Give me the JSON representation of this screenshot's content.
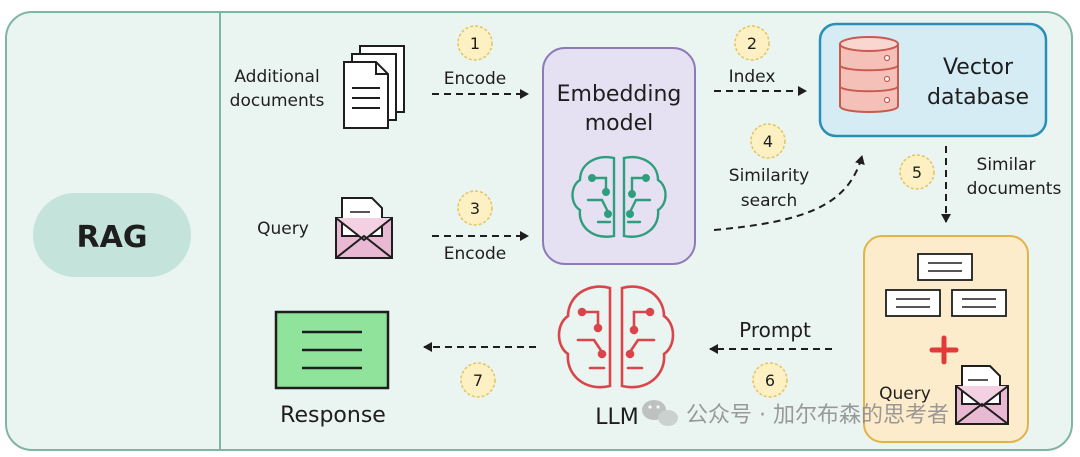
{
  "rag_label": "RAG",
  "inputs": {
    "documents_label_line1": "Additional",
    "documents_label_line2": "documents",
    "query_label": "Query"
  },
  "steps": {
    "encode_docs": {
      "number": "1",
      "label": "Encode"
    },
    "index": {
      "number": "2",
      "label": "Index"
    },
    "encode_query": {
      "number": "3",
      "label": "Encode"
    },
    "similarity": {
      "number": "4",
      "label_line1": "Similarity",
      "label_line2": "search"
    },
    "similar_docs": {
      "number": "5",
      "label_line1": "Similar",
      "label_line2": "documents"
    },
    "prompt": {
      "number": "6",
      "label": "Prompt"
    },
    "response_step": {
      "number": "7"
    }
  },
  "embedding_model": {
    "line1": "Embedding",
    "line2": "model"
  },
  "vector_db": {
    "line1": "Vector",
    "line2": "database"
  },
  "context": {
    "query_label": "Query"
  },
  "llm_label": "LLM",
  "response_label": "Response",
  "watermark": "公众号 · 加尔布森的思考者",
  "colors": {
    "frame_bg": "#eaf5f1",
    "frame_border": "#7fb5a5",
    "rag_pill": "#c4e3da",
    "embed_fill": "#e6e1f2",
    "embed_stroke": "#8c7bb8",
    "brain_green": "#2f9e7f",
    "db_fill": "#d5ecf5",
    "db_stroke": "#2a8fb5",
    "db_cylinder": "#f5c0b8",
    "db_cylinder_stroke": "#c85a4f",
    "context_fill": "#fdeccb",
    "context_stroke": "#e0b44a",
    "step_circle": "#fdf0c2",
    "step_circle_stroke": "#e6c45c",
    "envelope": "#e9b8d3",
    "response_fill": "#8fe39b",
    "llm_red": "#d9454a",
    "plus_red": "#e03a3a"
  }
}
